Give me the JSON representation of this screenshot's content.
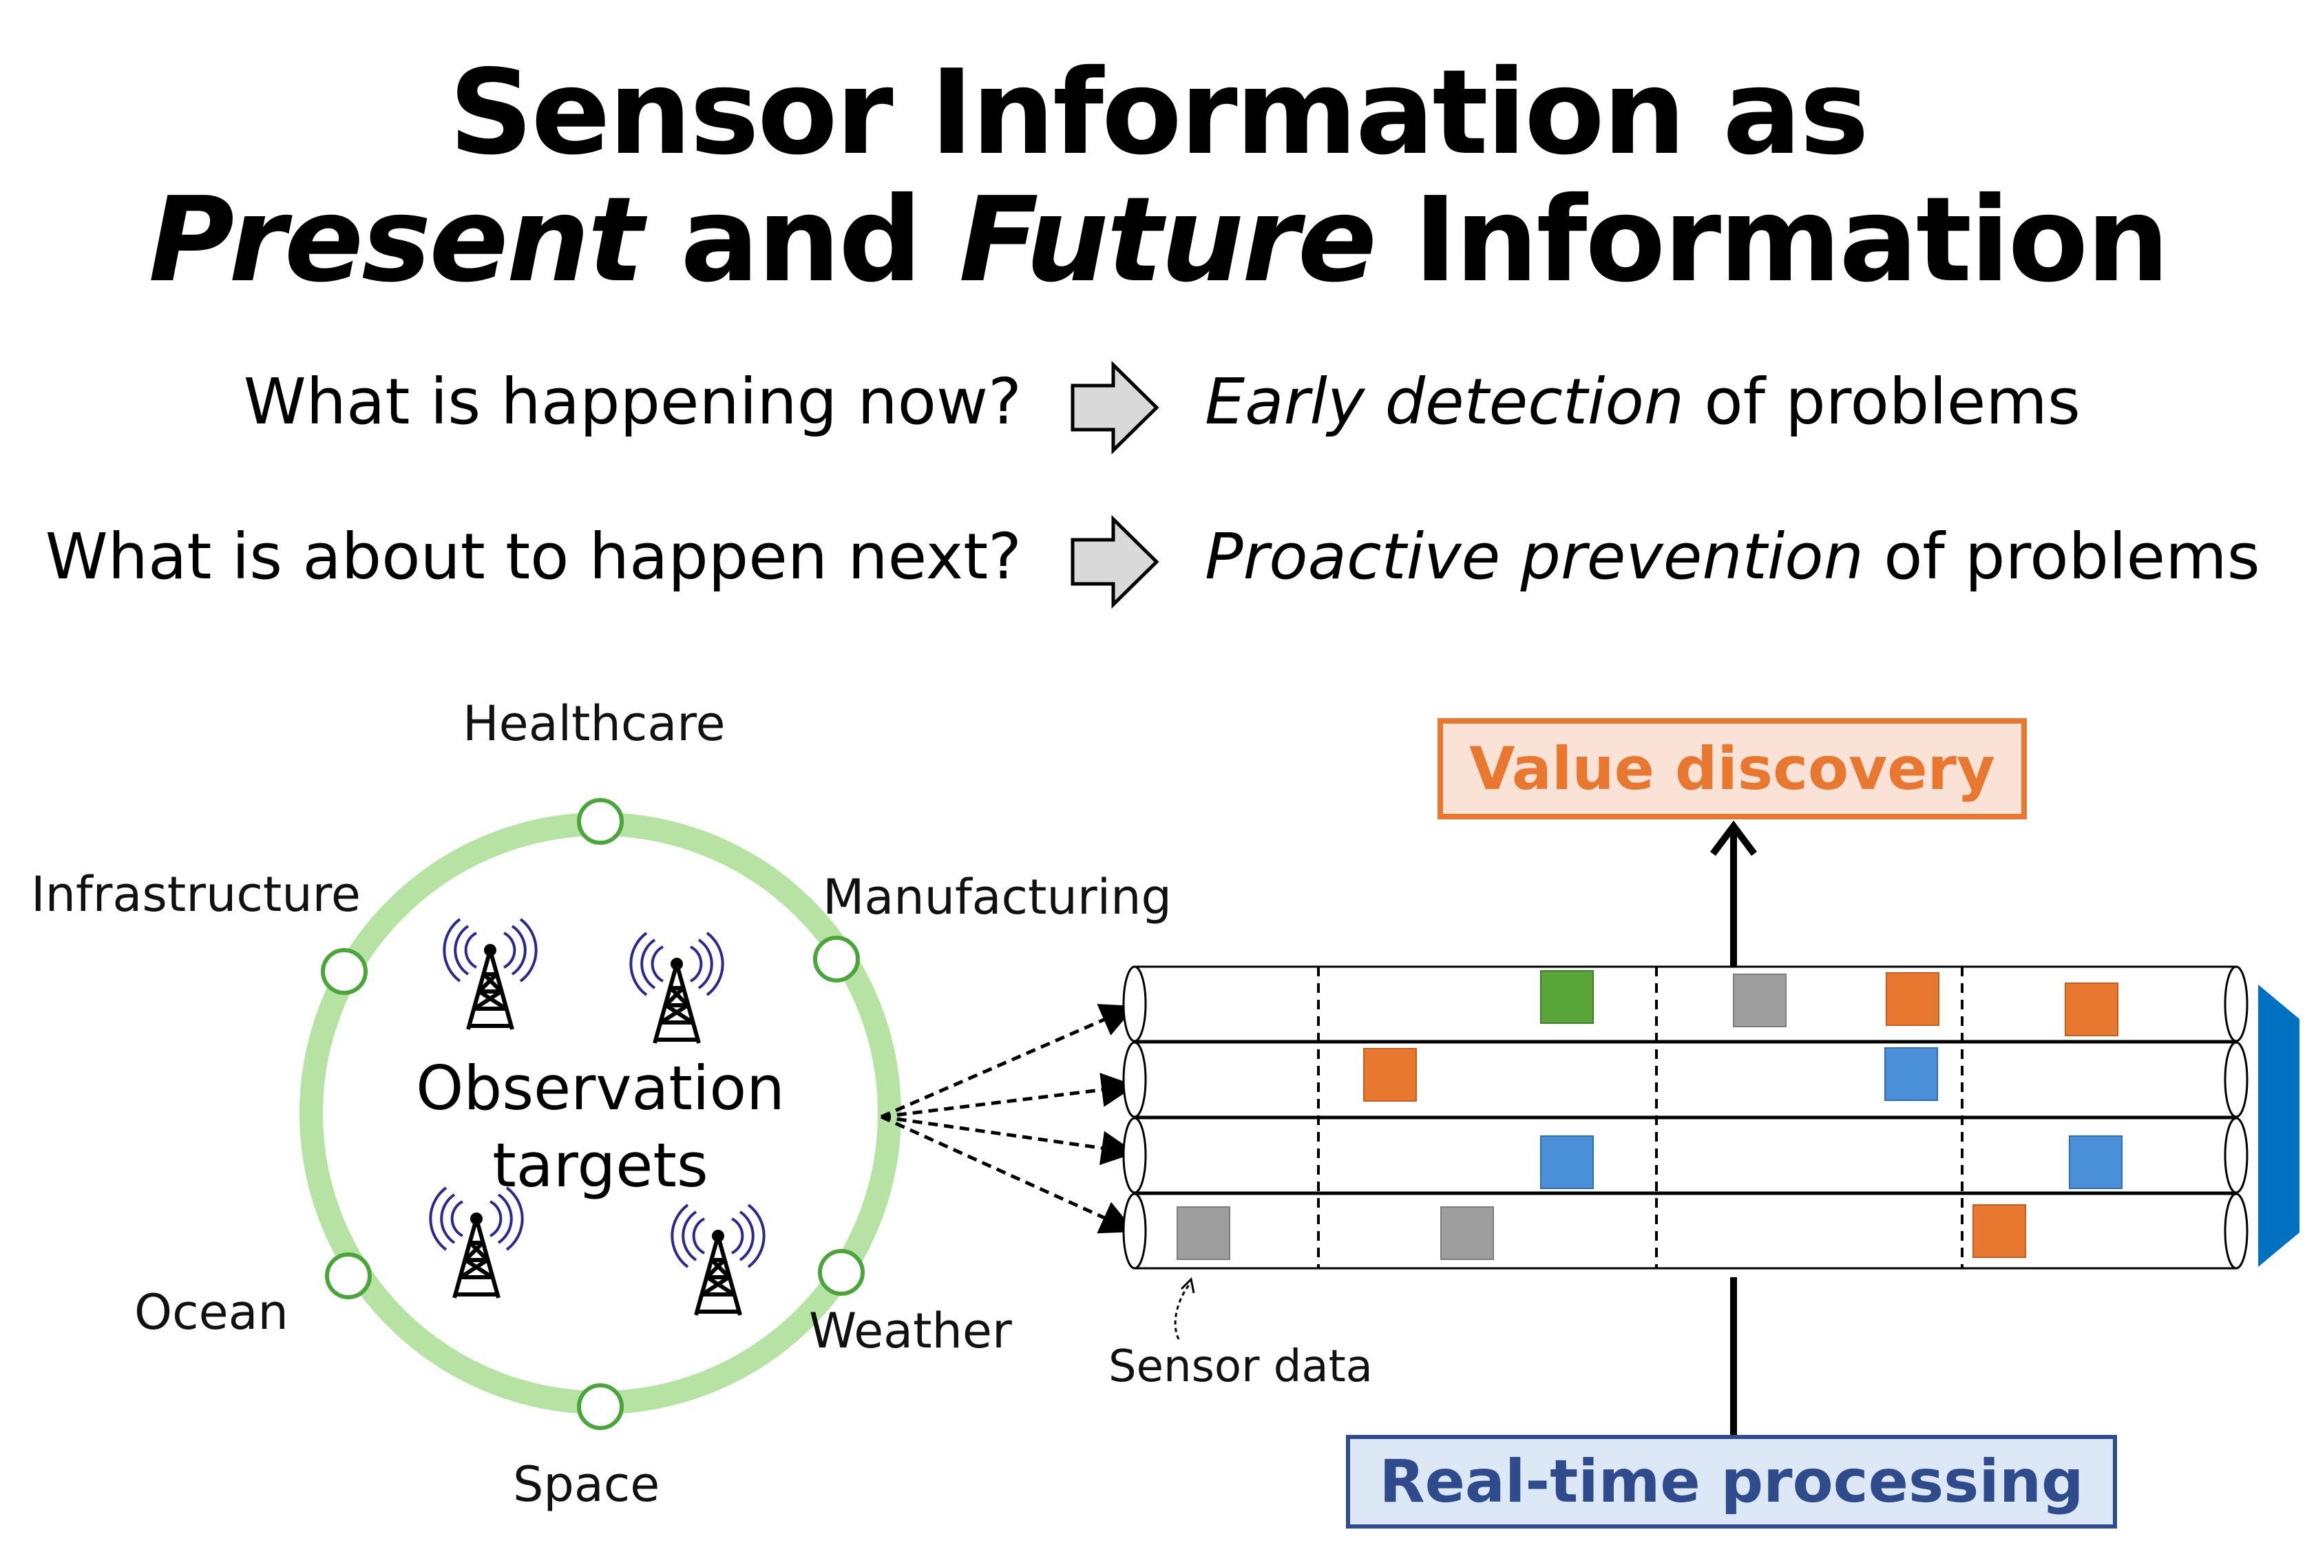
{
  "title": {
    "line1": "Sensor Information as",
    "line2_a": "Present",
    "line2_b": "and",
    "line2_c": "Future",
    "line2_d": "Information"
  },
  "rows": [
    {
      "question": "What is happening now?",
      "answer_em": "Early detection",
      "answer_rest": "of problems"
    },
    {
      "question": "What is about to happen next?",
      "answer_em": "Proactive prevention",
      "answer_rest": "of problems"
    }
  ],
  "circle": {
    "center_line1": "Observation",
    "center_line2": "targets",
    "domains": {
      "healthcare": "Healthcare",
      "manufacturing": "Manufacturing",
      "weather": "Weather",
      "space": "Space",
      "ocean": "Ocean",
      "infrastructure": "Infrastructure"
    }
  },
  "stream": {
    "sensor_data_label": "Sensor data",
    "value_discovery": "Value discovery",
    "real_time_processing": "Real-time processing"
  },
  "colors": {
    "green_ring": "#b6e3a3",
    "node_stroke": "#4aa53a",
    "orange": "#e8782f",
    "blue": "#4a90d9",
    "gray": "#9e9e9e",
    "green_block": "#5aa53a",
    "accent_blue": "#0070c0"
  }
}
